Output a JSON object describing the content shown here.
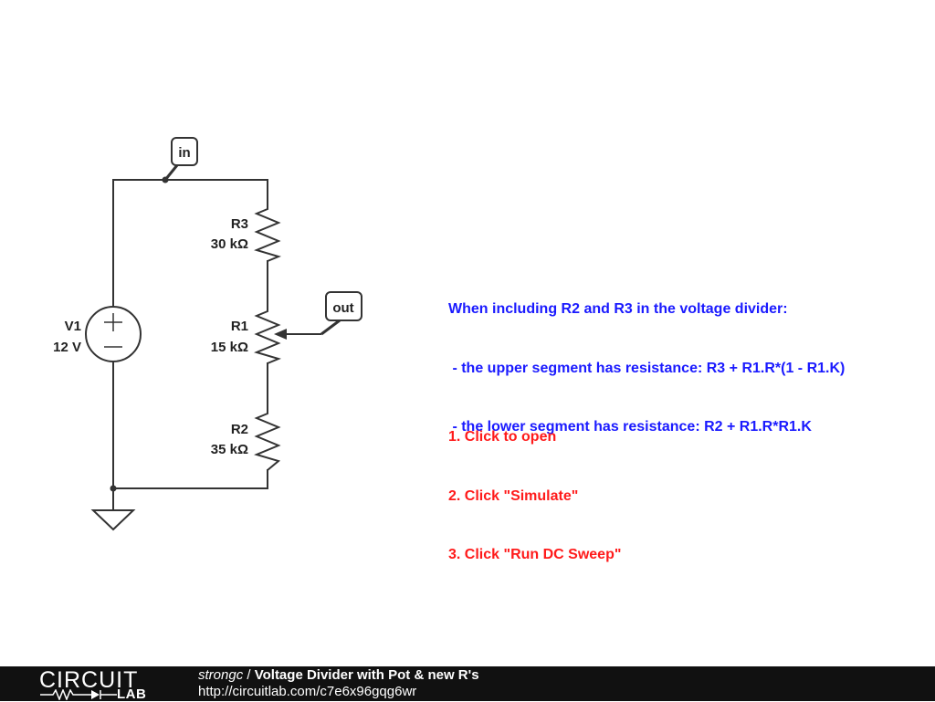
{
  "circuit": {
    "labels": {
      "in": "in",
      "out": "out"
    },
    "components": {
      "v1": {
        "name": "V1",
        "value": "12 V"
      },
      "r1": {
        "name": "R1",
        "value": "15 kΩ"
      },
      "r2": {
        "name": "R2",
        "value": "35 kΩ"
      },
      "r3": {
        "name": "R3",
        "value": "30 kΩ"
      }
    }
  },
  "notes": {
    "blue": [
      "When including R2 and R3 in the voltage divider:",
      " - the upper segment has resistance: R3 + R1.R*(1 - R1.K)",
      " - the lower segment has resistance: R2 + R1.R*R1.K"
    ],
    "red": [
      "1. Click to open",
      "2. Click \"Simulate\"",
      "3. Click \"Run DC Sweep\""
    ],
    "blue_color": "#1a1aff",
    "red_color": "#ff1a1a"
  },
  "footer": {
    "brand_top": "CIRCUIT",
    "brand_bottom": "LAB",
    "author": "strongc",
    "separator": " / ",
    "title": "Voltage Divider with Pot & new R's",
    "url": "http://circuitlab.com/c7e6x96gqg6wr"
  }
}
